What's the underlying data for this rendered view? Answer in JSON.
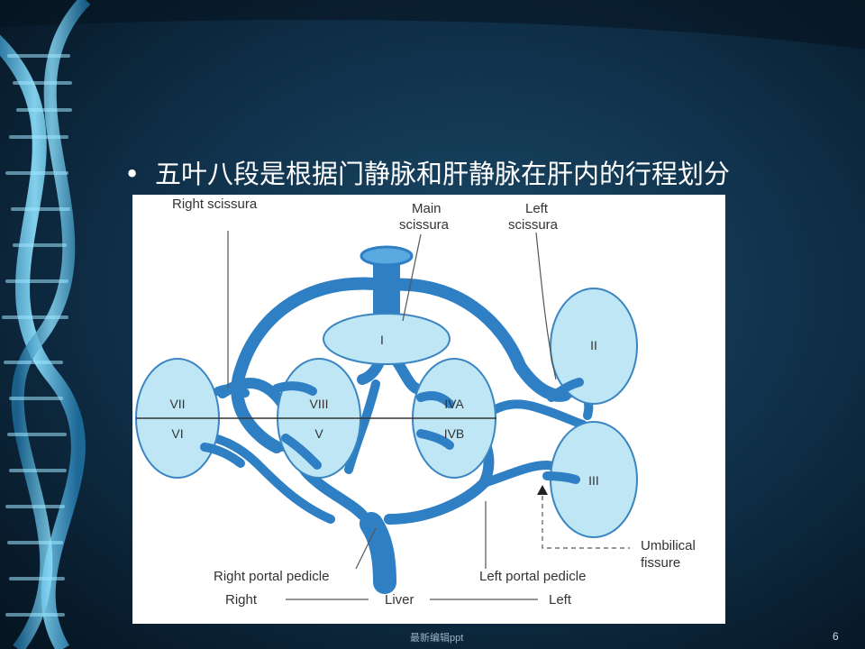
{
  "slide": {
    "bullet_text": "五叶八段是根据门静脉和肝静脉在肝内的行程划分",
    "footer_text": "最新编辑ppt",
    "page_number": "6"
  },
  "diagram": {
    "labels": {
      "right_scissura": "Right scissura",
      "main_scissura_1": "Main",
      "main_scissura_2": "scissura",
      "left_scissura_1": "Left",
      "left_scissura_2": "scissura",
      "umbilical_1": "Umbilical",
      "umbilical_2": "fissure",
      "right_portal_pedicle": "Right portal pedicle",
      "left_portal_pedicle": "Left portal pedicle",
      "right": "Right",
      "liver": "Liver",
      "left": "Left"
    },
    "segments": {
      "seg_I": "I",
      "seg_II": "II",
      "seg_III": "III",
      "seg_IVA": "IVA",
      "seg_IVB": "IVB",
      "seg_V": "V",
      "seg_VI": "VI",
      "seg_VII": "VII",
      "seg_VIII": "VIII"
    },
    "colors": {
      "vessel": "#2f7fc4",
      "segment_fill": "#bfe6f4",
      "segment_stroke": "#3b86c2",
      "label_text": "#333333"
    }
  }
}
